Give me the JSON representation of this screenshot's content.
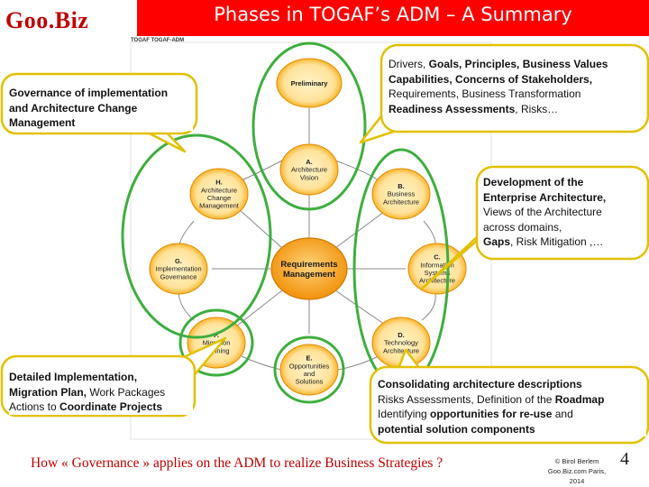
{
  "header": {
    "logo": "Goo.Biz",
    "title": "Phases in TOGAF’s ADM – A Summary",
    "diagram_caption": "TOGAF TOGAF-ADM"
  },
  "phases": {
    "preliminary": "Preliminary",
    "a": [
      "A.",
      "Architecture",
      "Vision"
    ],
    "b": [
      "B.",
      "Business",
      "Architecture"
    ],
    "c": [
      "C.",
      "Information",
      "Systems",
      "Architecture"
    ],
    "d": [
      "D.",
      "Technology",
      "Architecture"
    ],
    "e": [
      "E.",
      "Opportunities",
      "and",
      "Solutions"
    ],
    "f": [
      "F.",
      "Migration",
      "Planning"
    ],
    "g": [
      "G.",
      "Implementation",
      "Governance"
    ],
    "h": [
      "H.",
      "Architecture",
      "Change",
      "Management"
    ],
    "center": [
      "Requirements",
      "Management"
    ]
  },
  "callouts": {
    "top_left": {
      "lines": [
        [
          {
            "t": "Governance of implementation",
            "b": true
          }
        ],
        [
          {
            "t": "and Architecture Change",
            "b": true
          }
        ],
        [
          {
            "t": "Management",
            "b": true
          }
        ]
      ]
    },
    "top_right": {
      "lines": [
        [
          {
            "t": "Drivers, ",
            "b": false
          },
          {
            "t": "Goals, Principles, Business Values",
            "b": true
          }
        ],
        [
          {
            "t": "Capabilities, Concerns of Stakeholders,",
            "b": true
          }
        ],
        [
          {
            "t": "Requirements, Business Transformation",
            "b": false
          }
        ],
        [
          {
            "t": "Readiness Assessments",
            "b": true
          },
          {
            "t": ", Risks…",
            "b": false
          }
        ]
      ]
    },
    "mid_right": {
      "lines": [
        [
          {
            "t": "Development of the",
            "b": true
          }
        ],
        [
          {
            "t": "Enterprise Architecture,",
            "b": true
          }
        ],
        [
          {
            "t": "Views of the Architecture",
            "b": false
          }
        ],
        [
          {
            "t": "across domains,",
            "b": false
          }
        ],
        [
          {
            "t": "Gaps",
            "b": true
          },
          {
            "t": ", Risk Mitigation ,…",
            "b": false
          }
        ]
      ]
    },
    "bottom_left": {
      "lines": [
        [
          {
            "t": "Detailed Implementation,",
            "b": true
          }
        ],
        [
          {
            "t": "Migration Plan,",
            "b": true
          },
          {
            "t": " Work Packages",
            "b": false
          }
        ],
        [
          {
            "t": "Actions to ",
            "b": false
          },
          {
            "t": "Coordinate Projects",
            "b": true
          }
        ]
      ]
    },
    "bottom_right": {
      "lines": [
        [
          {
            "t": "Consolidating architecture descriptions",
            "b": true
          }
        ],
        [
          {
            "t": "Risks Assessments, Definition of the ",
            "b": false
          },
          {
            "t": "Roadmap",
            "b": true
          }
        ],
        [
          {
            "t": "Identifying ",
            "b": false
          },
          {
            "t": "opportunities for re-use",
            "b": true
          },
          {
            "t": " and",
            "b": false
          }
        ],
        [
          {
            "t": "potential solution components",
            "b": true
          }
        ]
      ]
    }
  },
  "footer": {
    "question": "How « Governance » applies on the ADM to realize Business Strategies ?",
    "copyright_lines": [
      "© Birol Berlem",
      "Goo.Biz.com Paris,",
      "2014"
    ],
    "page_number": "4"
  },
  "colors": {
    "title_bar": "#ff0000",
    "logo": "#c00000",
    "highlight_green": "#3fae3f",
    "callout_border": "#e3c000",
    "phase_fill_outer": "#f7a400",
    "phase_fill_inner": "#ffe9a6",
    "center_fill": "#f79400",
    "footer_text": "#c00000"
  }
}
